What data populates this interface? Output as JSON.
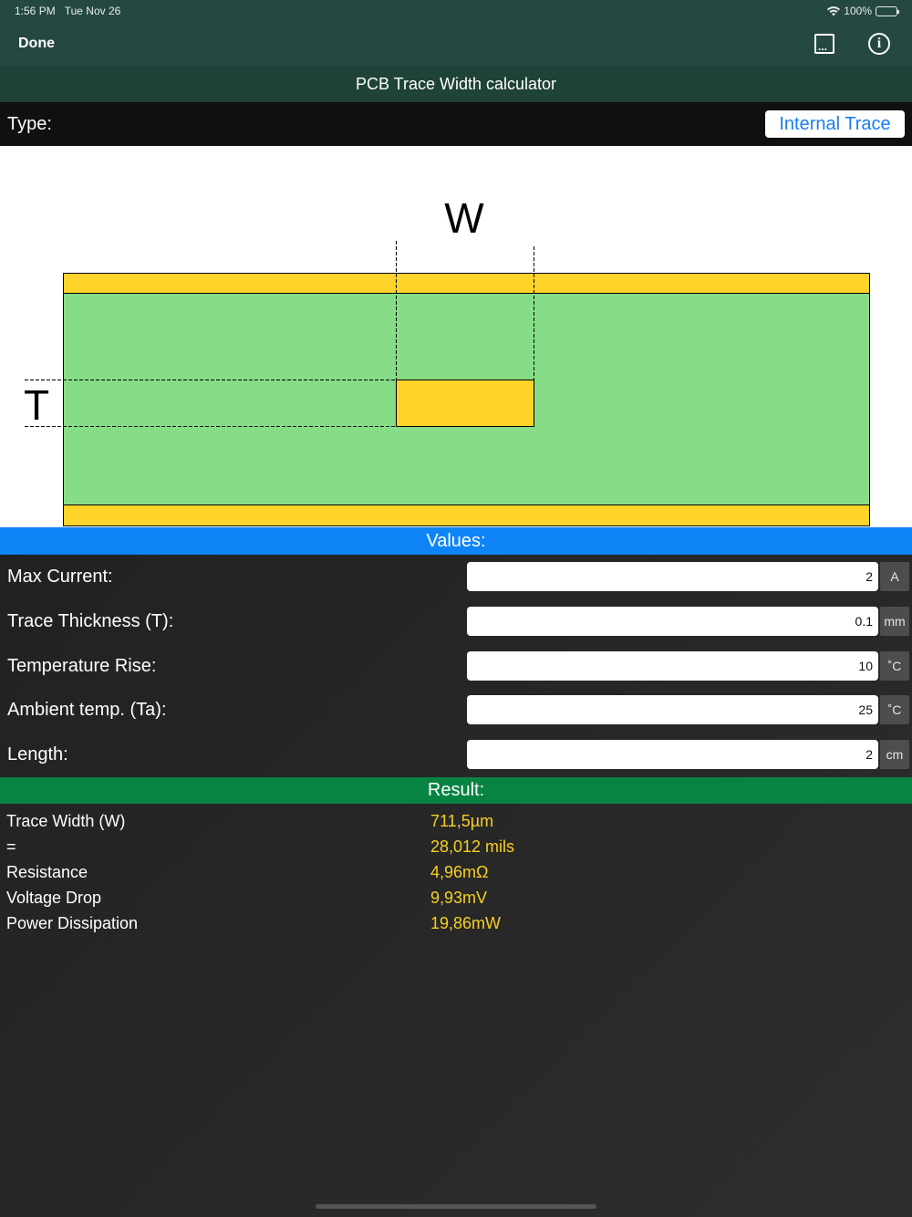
{
  "status": {
    "time": "1:56 PM",
    "date": "Tue Nov 26",
    "battery": "100%"
  },
  "nav": {
    "done_label": "Done",
    "more_label": "...",
    "info_label": "i"
  },
  "title": "PCB Trace Width calculator",
  "type": {
    "label": "Type:",
    "value": "Internal Trace"
  },
  "diagram": {
    "w_label": "W",
    "t_label": "T"
  },
  "values": {
    "header": "Values:",
    "rows": [
      {
        "label": "Max Current:",
        "value": "2",
        "unit": "A"
      },
      {
        "label": "Trace Thickness (T):",
        "value": "0.1",
        "unit": "mm"
      },
      {
        "label": "Temperature Rise:",
        "value": "10",
        "unit": "˚C"
      },
      {
        "label": "Ambient temp. (Ta):",
        "value": "25",
        "unit": "˚C"
      },
      {
        "label": "Length:",
        "value": "2",
        "unit": "cm"
      }
    ]
  },
  "result": {
    "header": "Result:",
    "rows": [
      {
        "label": "Trace Width (W)",
        "value": "711,5µm"
      },
      {
        "label": "=",
        "value": "28,012 mils"
      },
      {
        "label": "Resistance",
        "value": "4,96mΩ"
      },
      {
        "label": "Voltage Drop",
        "value": "9,93mV"
      },
      {
        "label": "Power Dissipation",
        "value": "19,86mW"
      }
    ]
  },
  "colors": {
    "nav_bg": "#254840",
    "title_bg": "#1f4239",
    "values_header": "#0f84f6",
    "result_header": "#078441",
    "result_value": "#f6cf22",
    "copper": "#fed32a",
    "substrate": "#87dd87"
  }
}
